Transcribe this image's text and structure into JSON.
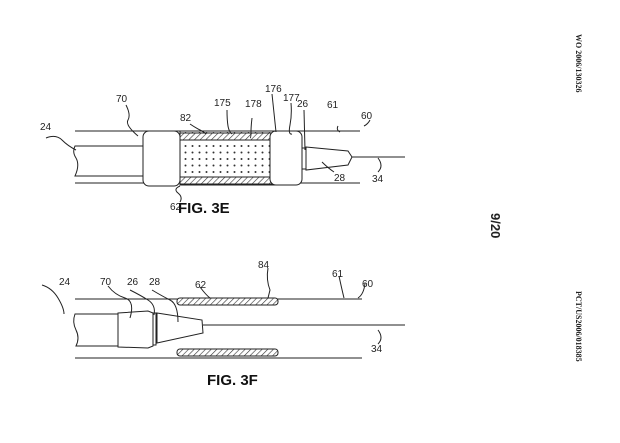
{
  "header": {
    "publication_number": "WO 2006/130326",
    "application_number": "PCT/US2006/018385",
    "sheet": "9/20"
  },
  "figures": [
    {
      "title": "FIG. 3E",
      "labels": [
        "24",
        "70",
        "82",
        "175",
        "178",
        "176",
        "177",
        "26",
        "61",
        "60",
        "28",
        "34",
        "62"
      ]
    },
    {
      "title": "FIG. 3F",
      "labels": [
        "24",
        "70",
        "26",
        "28",
        "62",
        "84",
        "61",
        "60",
        "34"
      ]
    }
  ]
}
